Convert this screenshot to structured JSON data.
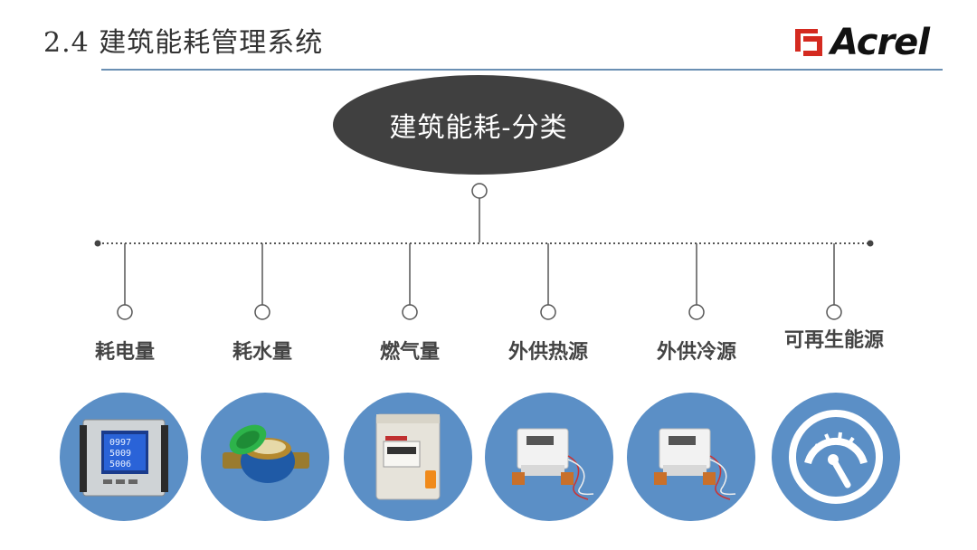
{
  "header": {
    "title": "2.4 建筑能耗管理系统",
    "logo_text": "Acrel"
  },
  "center": {
    "label": "建筑能耗-分类"
  },
  "categories": [
    {
      "label": "耗电量",
      "icon": "power-meter-icon"
    },
    {
      "label": "耗水量",
      "icon": "water-meter-icon"
    },
    {
      "label": "燃气量",
      "icon": "gas-meter-icon"
    },
    {
      "label": "外供热源",
      "icon": "heat-meter-icon"
    },
    {
      "label": "外供冷源",
      "icon": "cooling-meter-icon"
    },
    {
      "label": "可再生能源",
      "icon": "gauge-icon"
    }
  ],
  "colors": {
    "accent": "#5b8fc6",
    "node": "#404040",
    "line": "#6a8fb3",
    "brand": "#d42a20"
  }
}
